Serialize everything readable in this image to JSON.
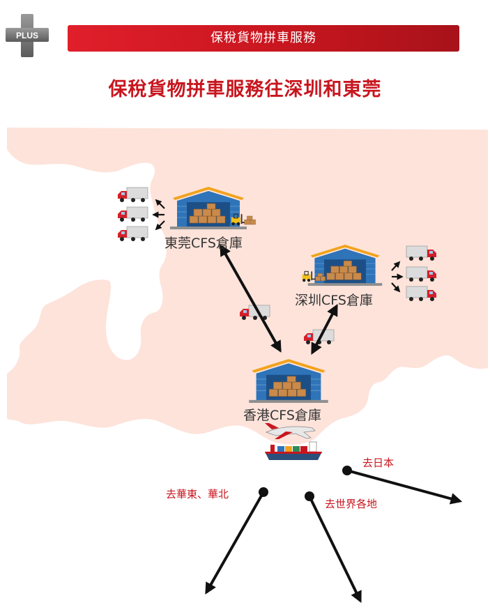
{
  "logo": {
    "text": "PLUS",
    "icon": "plus-cross-icon"
  },
  "header": {
    "banner_title": "保稅貨物拼車服務"
  },
  "title": "保稅貨物拼車服務往深圳和東莞",
  "warehouses": {
    "dongguan": "東莞CFS倉庫",
    "shenzhen": "深圳CFS倉庫",
    "hongkong": "香港CFS倉庫"
  },
  "routes": {
    "japan": "去日本",
    "east_north_china": "去華東、華北",
    "worldwide": "去世界各地"
  },
  "colors": {
    "accent_red": "#c8161f",
    "map_land": "#fde3da",
    "warehouse_blue": "#2f74b8",
    "warehouse_roof": "#f2a21b",
    "arrow": "#111111"
  }
}
